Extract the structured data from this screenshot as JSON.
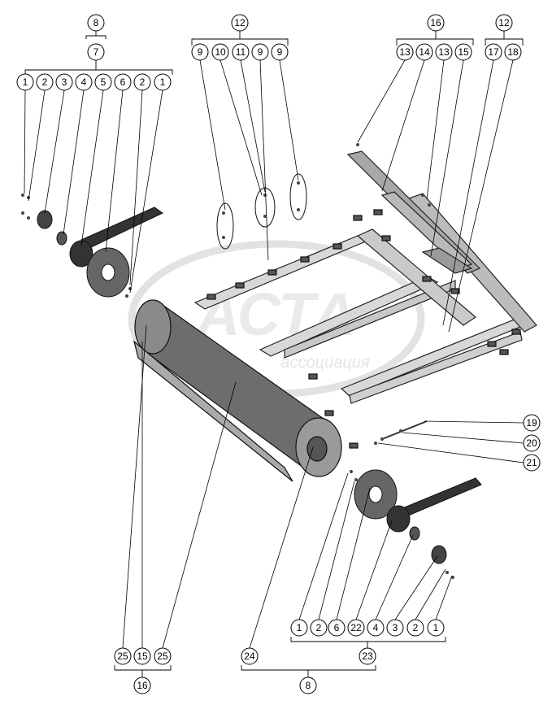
{
  "watermark": {
    "logo": "АСТА",
    "subtitle": "ассоциация"
  },
  "callouts": {
    "top_left": {
      "group": "8",
      "sub": "7",
      "parts": [
        "1",
        "2",
        "3",
        "4",
        "5",
        "6",
        "2",
        "1"
      ]
    },
    "top_mid": {
      "group": "12",
      "parts": [
        "9",
        "10",
        "11",
        "9",
        "9"
      ]
    },
    "top_right1": {
      "group": "16",
      "parts": [
        "13",
        "14",
        "13",
        "15"
      ]
    },
    "top_right2": {
      "group": "12",
      "parts": [
        "17",
        "18"
      ]
    },
    "right_side": [
      "19",
      "20",
      "21"
    ],
    "bottom_left": {
      "parts": [
        "25",
        "15",
        "25"
      ],
      "group": "16"
    },
    "bottom_mid": {
      "part": "24",
      "group": "8"
    },
    "bottom_right": {
      "parts": [
        "1",
        "2",
        "6",
        "22",
        "4",
        "3",
        "2",
        "1"
      ],
      "group": "23"
    }
  }
}
